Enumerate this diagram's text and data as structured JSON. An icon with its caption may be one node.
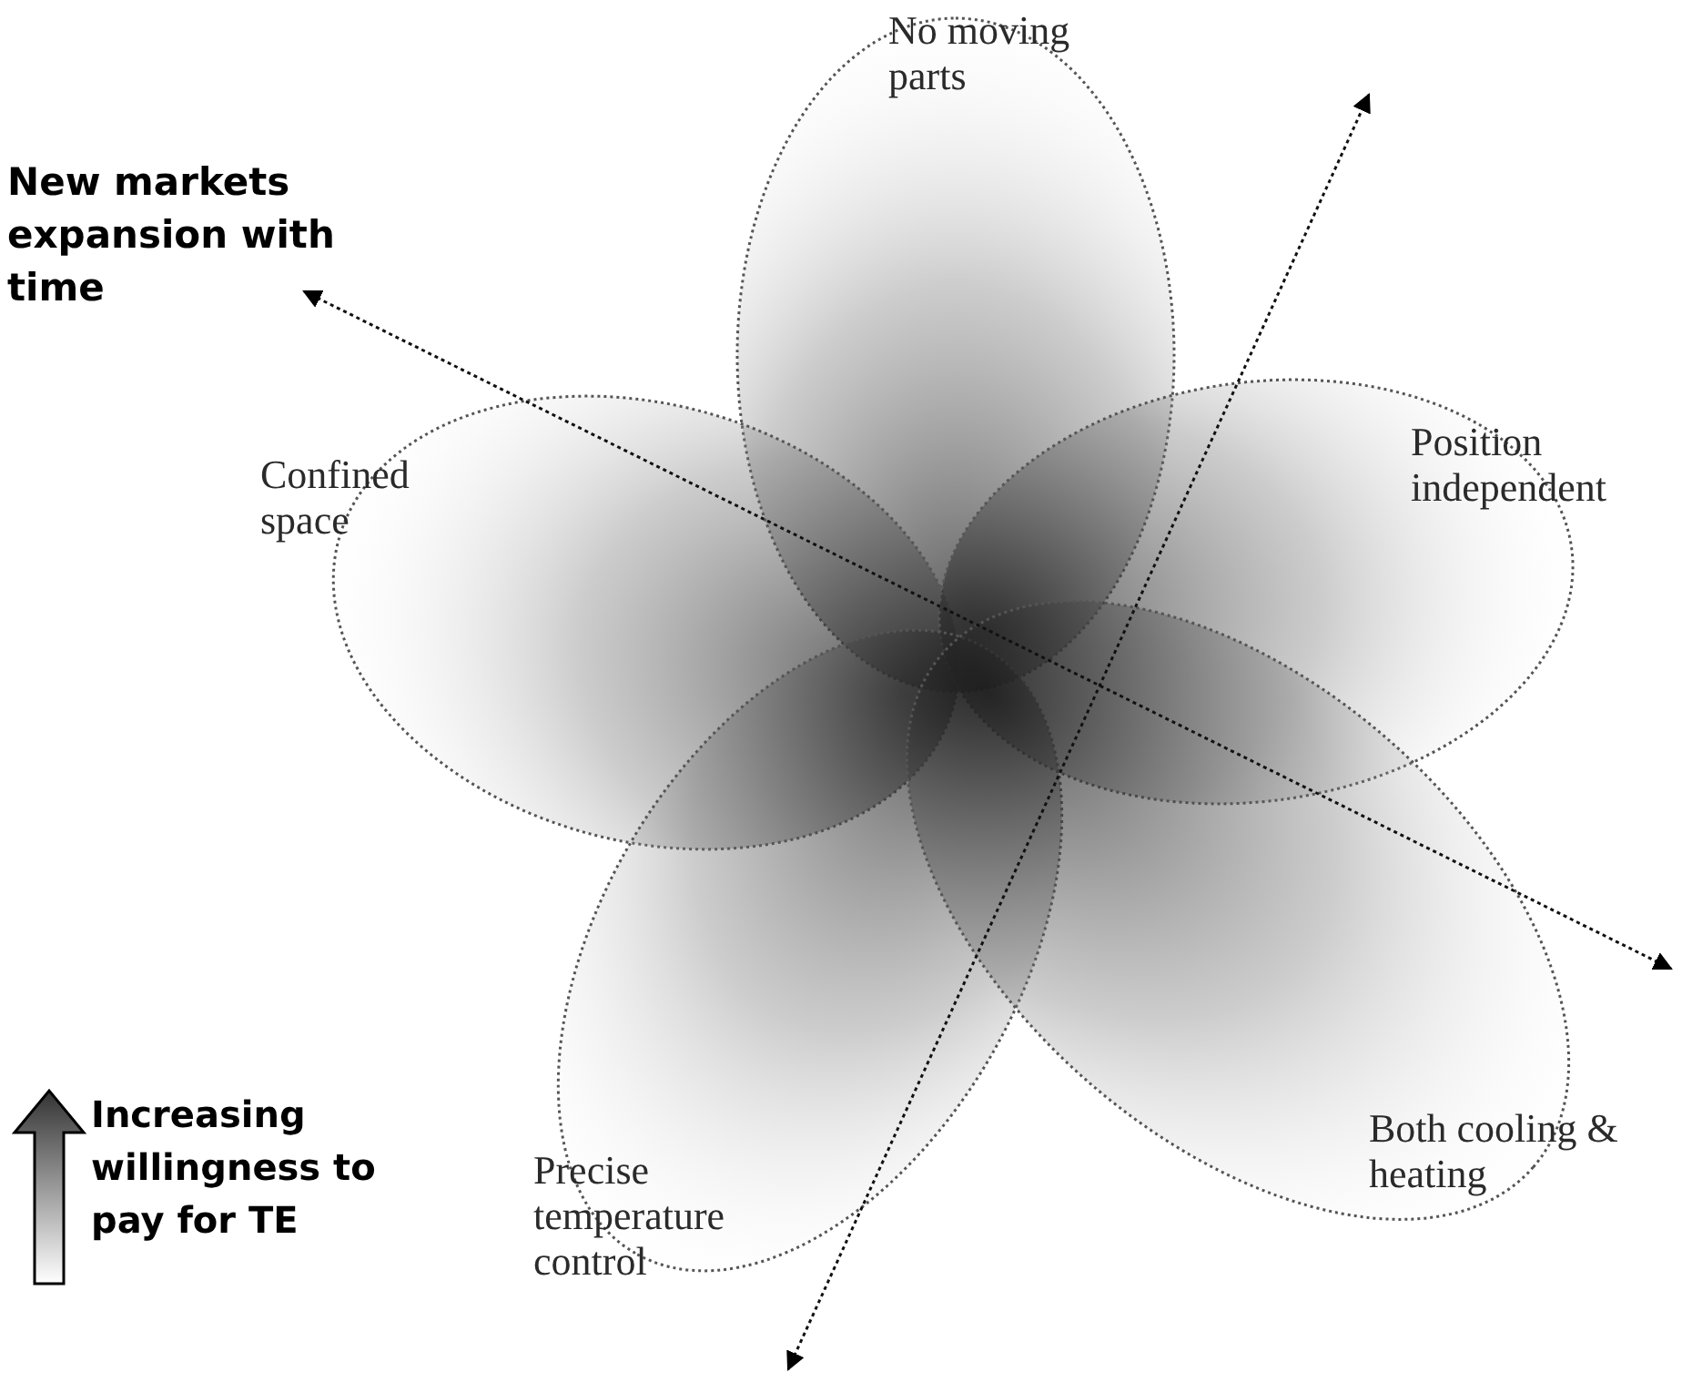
{
  "diagram": {
    "nodes": [
      {
        "text": [
          "No moving parts"
        ]
      },
      {
        "text": [
          "Confined space"
        ]
      },
      {
        "text": [
          "Position independent"
        ]
      },
      {
        "text": [
          "Precise temperature control"
        ]
      },
      {
        "text": [
          "Both cooling & heating"
        ]
      }
    ],
    "labels": [
      "New markets expansion with time",
      "Increasing willingness to pay for TE"
    ]
  }
}
